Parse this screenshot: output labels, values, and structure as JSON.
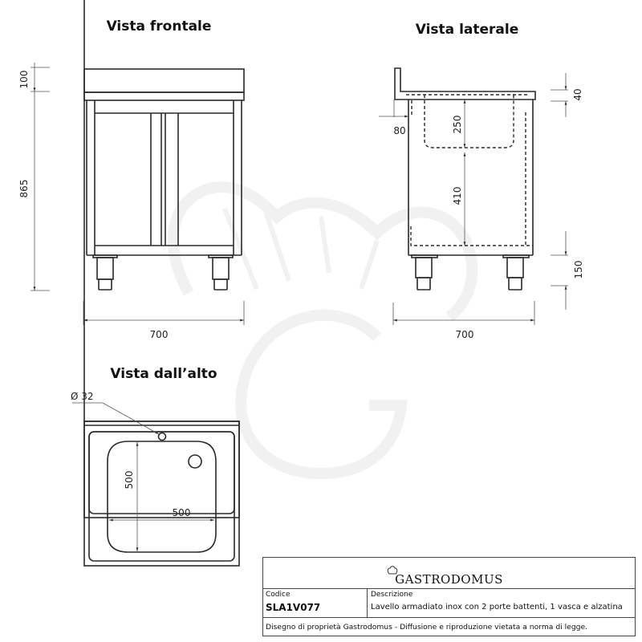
{
  "views": {
    "front": {
      "title": "Vista frontale",
      "dims": {
        "top_height": "100",
        "body_height": "865",
        "width": "700"
      }
    },
    "side": {
      "title": "Vista laterale",
      "dims": {
        "backsplash_offset": "80",
        "top_thickness": "40",
        "basin_depth": "250",
        "basin_to_shelf": "410",
        "leg_height": "150",
        "depth": "700"
      }
    },
    "top": {
      "title": "Vista dall’alto",
      "dims": {
        "tap_hole": "Ø 32",
        "basin_depth": "500",
        "basin_width": "500"
      }
    }
  },
  "watermark": {
    "icon": "chef-hat-g-logo-icon"
  },
  "title_block": {
    "brand": "GASTRODOMUS",
    "brand_icon": "chef-hat-icon",
    "code_label": "Codice",
    "code_value": "SLA1V077",
    "description_label": "Descrizione",
    "description_value": "Lavello armadiato inox con 2 porte battenti, 1 vasca e alzatina",
    "footer": "Disegno di proprietà Gastrodomus - Diffusione e riproduzione vietata a norma di legge."
  },
  "colors": {
    "line": "#2a2a2a",
    "dimension": "#555555",
    "watermark": "#f1f1f1",
    "background": "#ffffff"
  }
}
